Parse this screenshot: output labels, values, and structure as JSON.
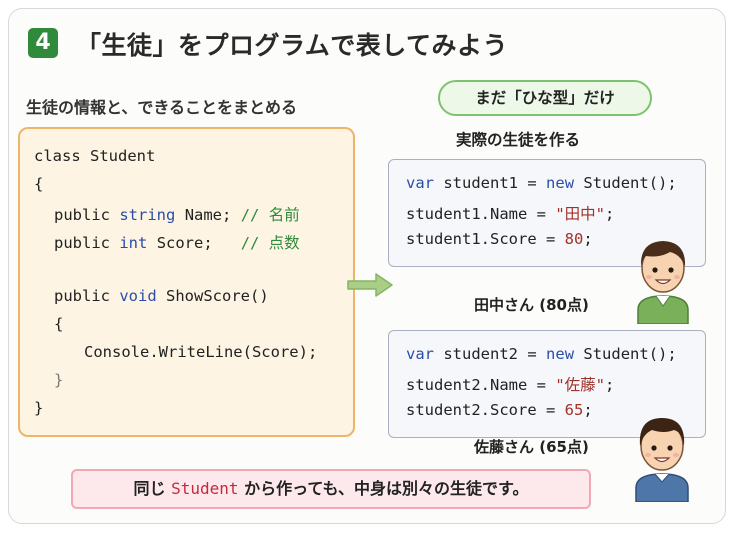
{
  "header": {
    "number": "4",
    "title": "「生徒」をプログラムで表してみよう"
  },
  "left": {
    "subtitle": "生徒の情報と、できることをまとめる",
    "code": {
      "l1": "class Student",
      "l2": "{",
      "l3_pub": "public",
      "l3_type": "string",
      "l3_name": "Name;",
      "l3_cmt": "// 名前",
      "l4_pub": "public",
      "l4_type": "int",
      "l4_name": "Score;",
      "l4_cmt": "// 点数",
      "l5_pub": "public",
      "l5_type": "void",
      "l5_name": "ShowScore()",
      "l6": "{",
      "l7": "Console.WriteLine(Score);",
      "l8": "}",
      "l9": "}"
    }
  },
  "right": {
    "pill": "まだ「ひな型」だけ",
    "pill_sub": "実際の生徒を作る",
    "obj1": {
      "var": "var",
      "decl": "student1",
      "eq": "=",
      "new": "new",
      "ctor": "Student();",
      "name_lhs": "student1.Name =",
      "name_val": "\"田中\"",
      "semi": ";",
      "score_lhs": "student1.Score =",
      "score_val": "80",
      "caption": "田中さん (80点)"
    },
    "obj2": {
      "var": "var",
      "decl": "student2",
      "eq": "=",
      "new": "new",
      "ctor": "Student();",
      "name_lhs": "student2.Name =",
      "name_val": "\"佐藤\"",
      "semi": ";",
      "score_lhs": "student2.Score =",
      "score_val": "65",
      "caption": "佐藤さん (65点)"
    }
  },
  "footer": {
    "before": "同じ",
    "highlight": "Student",
    "after": "から作っても、中身は別々の生徒です。"
  },
  "colors": {
    "accent_green": "#2f8a3c",
    "class_border": "#eeb56a",
    "keyword": "#2a4ea8",
    "string": "#a0322a",
    "note_border": "#f0a8b4"
  },
  "icons": [
    "arrow-right-icon",
    "boy-avatar-icon"
  ]
}
